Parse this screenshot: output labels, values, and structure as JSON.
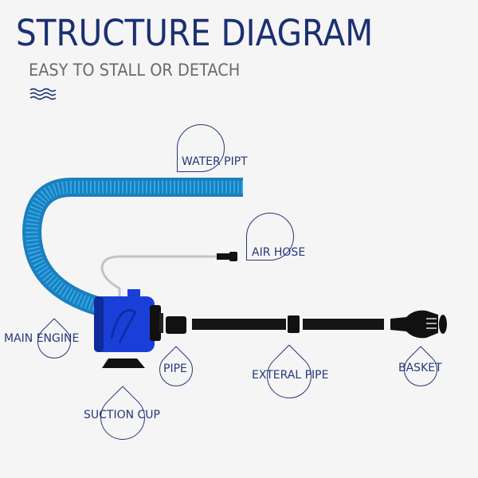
{
  "header": {
    "title": "STRUCTURE DIAGRAM",
    "subtitle": "EASY TO STALL OR DETACH",
    "accent_icon": "waves-icon"
  },
  "labels": {
    "water_pipe": "WATER PIPT",
    "air_hose": "AIR HOSE",
    "main_engine": "MAIN ENGINE",
    "pipe": "PIPE",
    "external_pipe": "EXTERAL PIPE",
    "basket": "BASKET",
    "suction_cup": "SUCTION CUP"
  },
  "colors": {
    "title": "#1b2f72",
    "label": "#26387a",
    "hose": "#1e8fd0",
    "engine": "#1a3fd8",
    "pipe": "#151515"
  }
}
